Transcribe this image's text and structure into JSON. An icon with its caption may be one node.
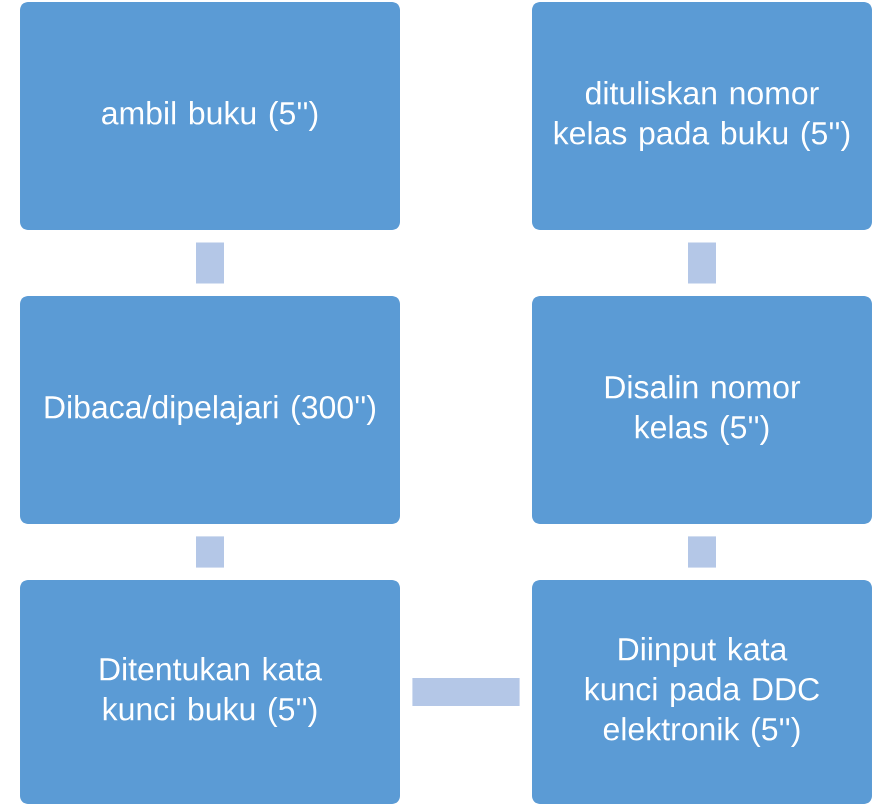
{
  "diagram": {
    "nodes": [
      {
        "text": [
          "ambil buku (5'')"
        ]
      },
      {
        "text": [
          "Dibaca/dipelajari (300'')"
        ]
      },
      {
        "text": [
          "Ditentukan kata kunci buku (5'')"
        ]
      },
      {
        "text": [
          "Diinput kata kunci pada DDC elektronik (5'')"
        ]
      },
      {
        "text": [
          "Disalin nomor kelas (5'')"
        ]
      },
      {
        "text": [
          "dituliskan nomor kelas pada buku (5'')"
        ]
      }
    ],
    "edges": [
      {
        "from": 0,
        "to": 1,
        "arrow": "none"
      },
      {
        "from": 1,
        "to": 2,
        "arrow": "none"
      },
      {
        "from": 2,
        "to": 3,
        "arrow": "none"
      },
      {
        "from": 3,
        "to": 4,
        "arrow": "none"
      },
      {
        "from": 4,
        "to": 5,
        "arrow": "none"
      }
    ]
  }
}
